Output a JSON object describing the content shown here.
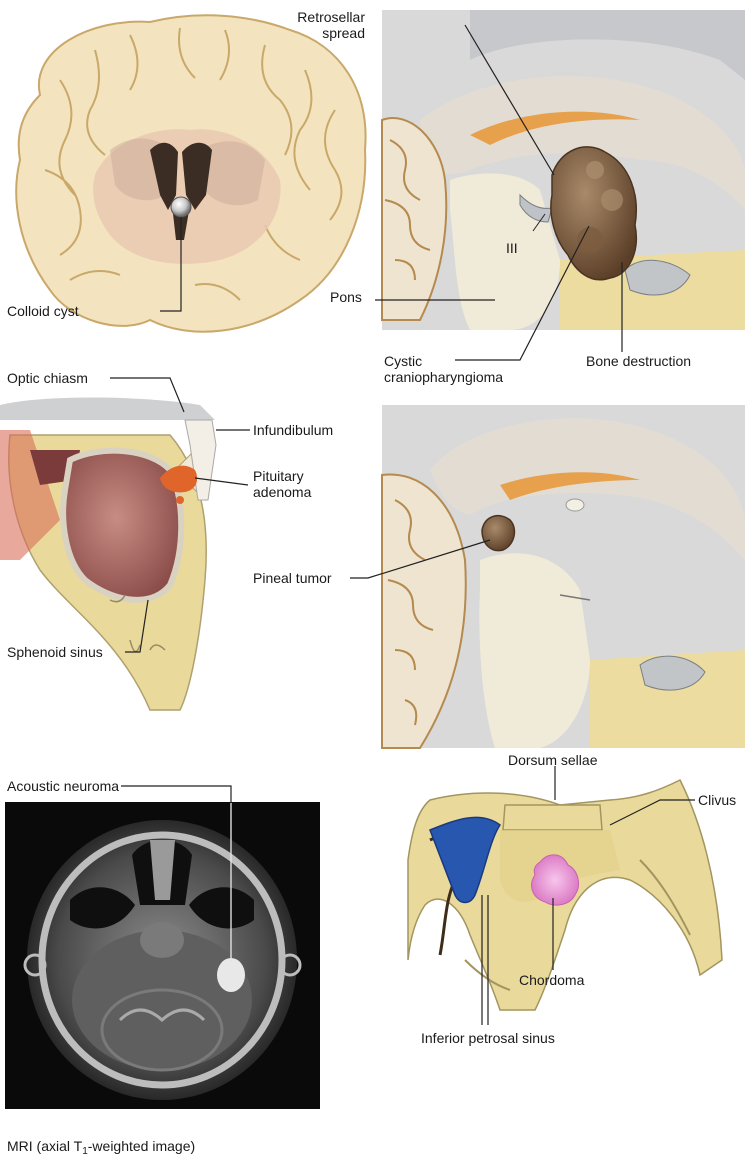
{
  "labels": {
    "colloid_cyst": "Colloid cyst",
    "retrosellar_spread_line1": "Retrosellar",
    "retrosellar_spread_line2": "spread",
    "third_ventricle": "III",
    "pons": "Pons",
    "cystic_cranio_line1": "Cystic",
    "cystic_cranio_line2": "craniopharyngioma",
    "bone_destruction": "Bone destruction",
    "optic_chiasm": "Optic chiasm",
    "infundibulum": "Infundibulum",
    "pituitary_adenoma_line1": "Pituitary",
    "pituitary_adenoma_line2": "adenoma",
    "sphenoid_sinus": "Sphenoid sinus",
    "pineal_tumor": "Pineal tumor",
    "acoustic_neuroma": "Acoustic neuroma",
    "mri_caption_pre": "MRI (axial T",
    "mri_caption_sub": "1",
    "mri_caption_post": "-weighted image)",
    "dorsum_sellae": "Dorsum sellae",
    "clivus": "Clivus",
    "chordoma": "Chordoma",
    "inferior_petrosal_sinus": "Inferior petrosal sinus"
  },
  "colors": {
    "cortex": "#f3e4bf",
    "gyri_line": "#c9a86a",
    "gray_matter": "#e9c9b0",
    "ventricle": "#3b2d24",
    "tumor_brown": "#6f5136",
    "fornix_orange": "#e28a2e",
    "bone": "#e9d99a",
    "sinus_mucosa": "#a8625e",
    "adenoma": "#e0652a",
    "mri_bg": "#0a0a0a",
    "petrosal_blue": "#2857b0",
    "chordoma_pink": "#e79ad4"
  }
}
